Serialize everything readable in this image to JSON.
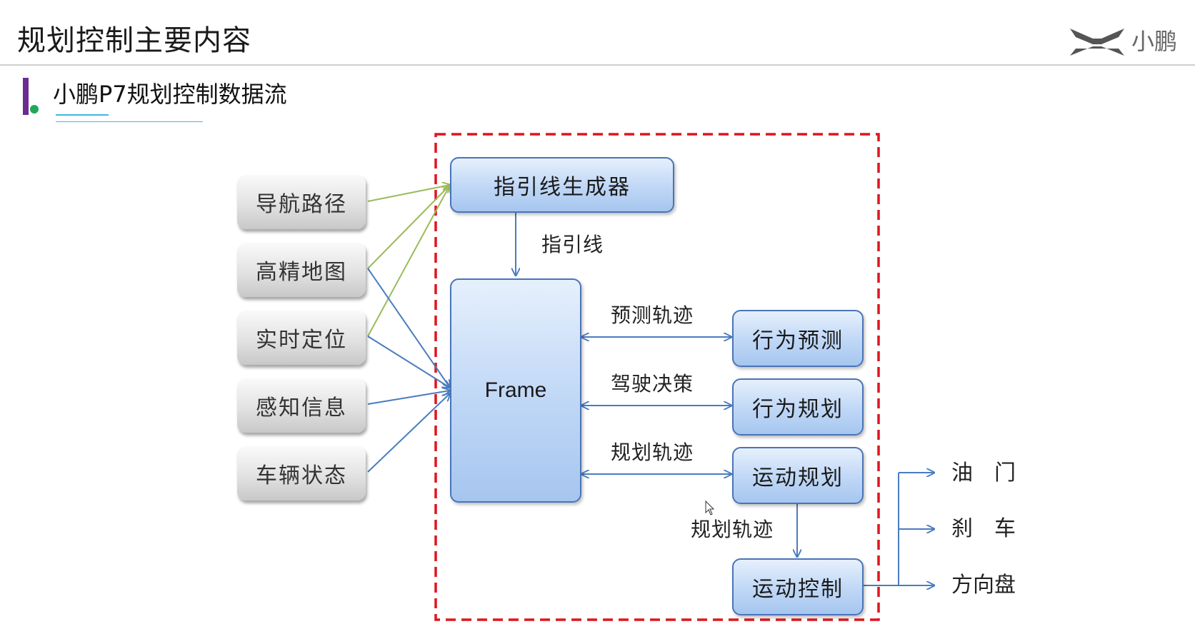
{
  "slide": {
    "title": "规划控制主要内容",
    "subtitle": "小鹏P7规划控制数据流",
    "brand": "小鹏"
  },
  "inputs": [
    "导航路径",
    "高精地图",
    "实时定位",
    "感知信息",
    "车辆状态"
  ],
  "core": {
    "generator": "指引线生成器",
    "guide_label": "指引线",
    "frame": "Frame"
  },
  "modules": {
    "behavior_predict": "行为预测",
    "behavior_plan": "行为规划",
    "motion_plan": "运动规划",
    "motion_control": "运动控制"
  },
  "edges": {
    "predict_traj": "预测轨迹",
    "driving_decision": "驾驶决策",
    "plan_traj": "规划轨迹",
    "plan_traj_2": "规划轨迹"
  },
  "outputs": {
    "throttle": "油　门",
    "brake": "刹　车",
    "steering": "方向盘"
  },
  "colors": {
    "dashed_border": "#e0141e",
    "blue_arrow": "#4a7cc0",
    "green_arrow": "#9bbb59",
    "accent_bar": "#6a2c91",
    "accent_dot": "#1fa85a"
  }
}
